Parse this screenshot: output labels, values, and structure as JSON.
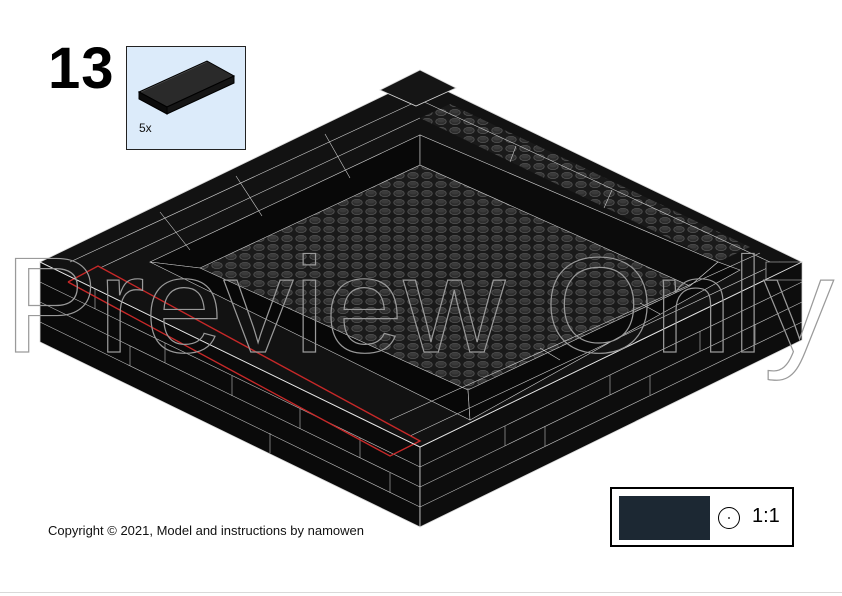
{
  "step": {
    "number": "13"
  },
  "parts": {
    "quantity": "5x",
    "background_color": "#dcebfa",
    "part_color": "#1b1b1b"
  },
  "model": {
    "brick_color": "#0f0f0f",
    "highlight_color": "#c62828"
  },
  "watermark": {
    "text": "Preview Only"
  },
  "footer": {
    "copyright": "Copyright © 2021, Model and instructions by namowen"
  },
  "scale": {
    "label": "1:1",
    "swatch_color": "#1c2833"
  }
}
